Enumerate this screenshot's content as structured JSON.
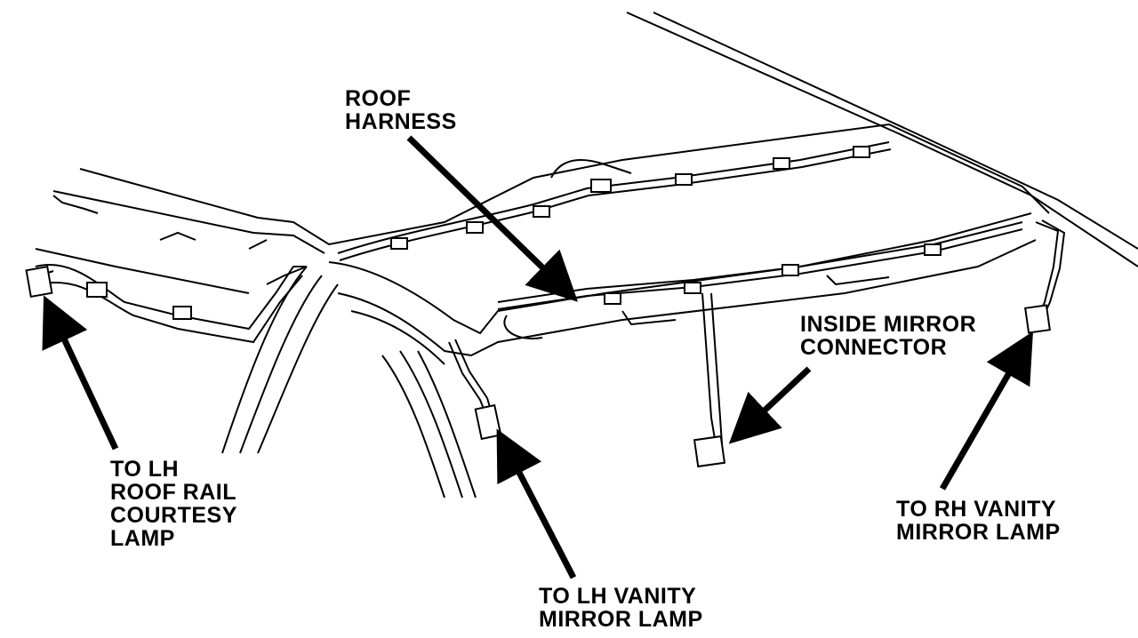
{
  "diagram": {
    "labels": {
      "roof_harness": [
        "ROOF",
        "HARNESS"
      ],
      "lh_roof_rail_courtesy_lamp": [
        "TO LH",
        "ROOF RAIL",
        "COURTESY",
        "LAMP"
      ],
      "inside_mirror_connector": [
        "INSIDE MIRROR",
        "CONNECTOR"
      ],
      "rh_vanity_mirror_lamp": [
        "TO RH VANITY",
        "MIRROR LAMP"
      ],
      "lh_vanity_mirror_lamp": [
        "TO LH VANITY",
        "MIRROR LAMP"
      ]
    },
    "colors": {
      "ink": "#000000",
      "paper": "#ffffff"
    }
  }
}
